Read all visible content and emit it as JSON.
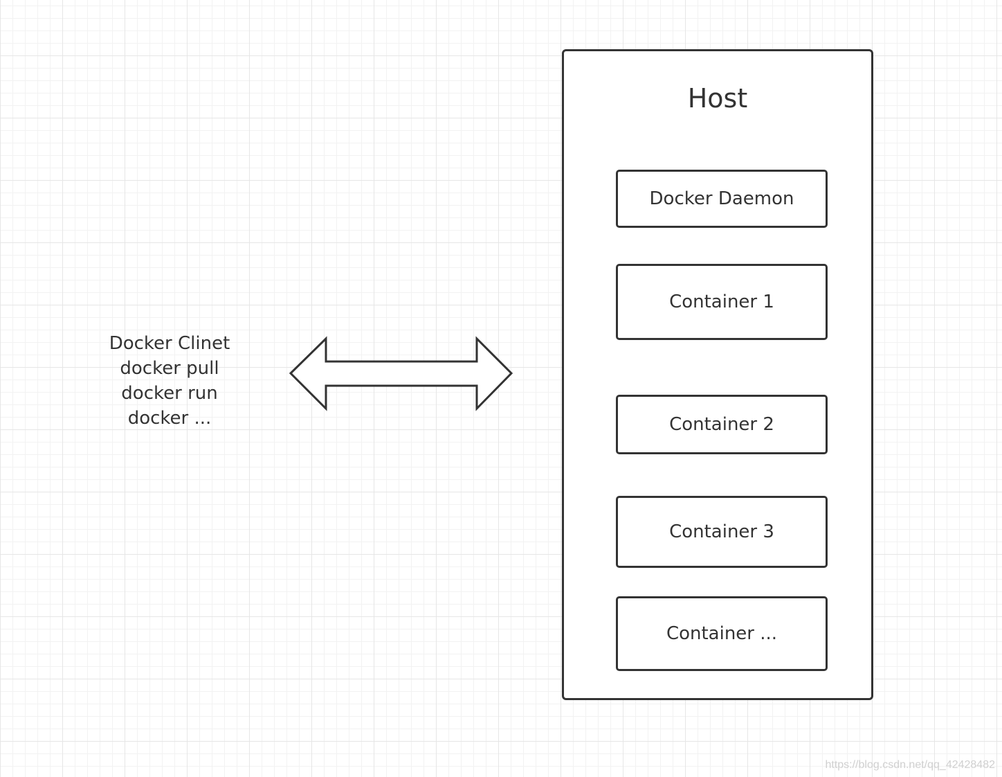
{
  "client": {
    "lines": [
      "Docker Clinet",
      "docker pull",
      "docker run",
      "docker ..."
    ]
  },
  "host": {
    "title": "Host",
    "boxes": [
      {
        "label": "Docker Daemon"
      },
      {
        "label": "Container 1"
      },
      {
        "label": "Container 2"
      },
      {
        "label": "Container 3"
      },
      {
        "label": "Container ..."
      }
    ]
  },
  "watermark": "https://blog.csdn.net/qq_42428482",
  "colors": {
    "stroke": "#333333",
    "grid": "#e6e6e6",
    "background": "#ffffff"
  },
  "icons": {
    "connector": "double-arrow-icon"
  }
}
